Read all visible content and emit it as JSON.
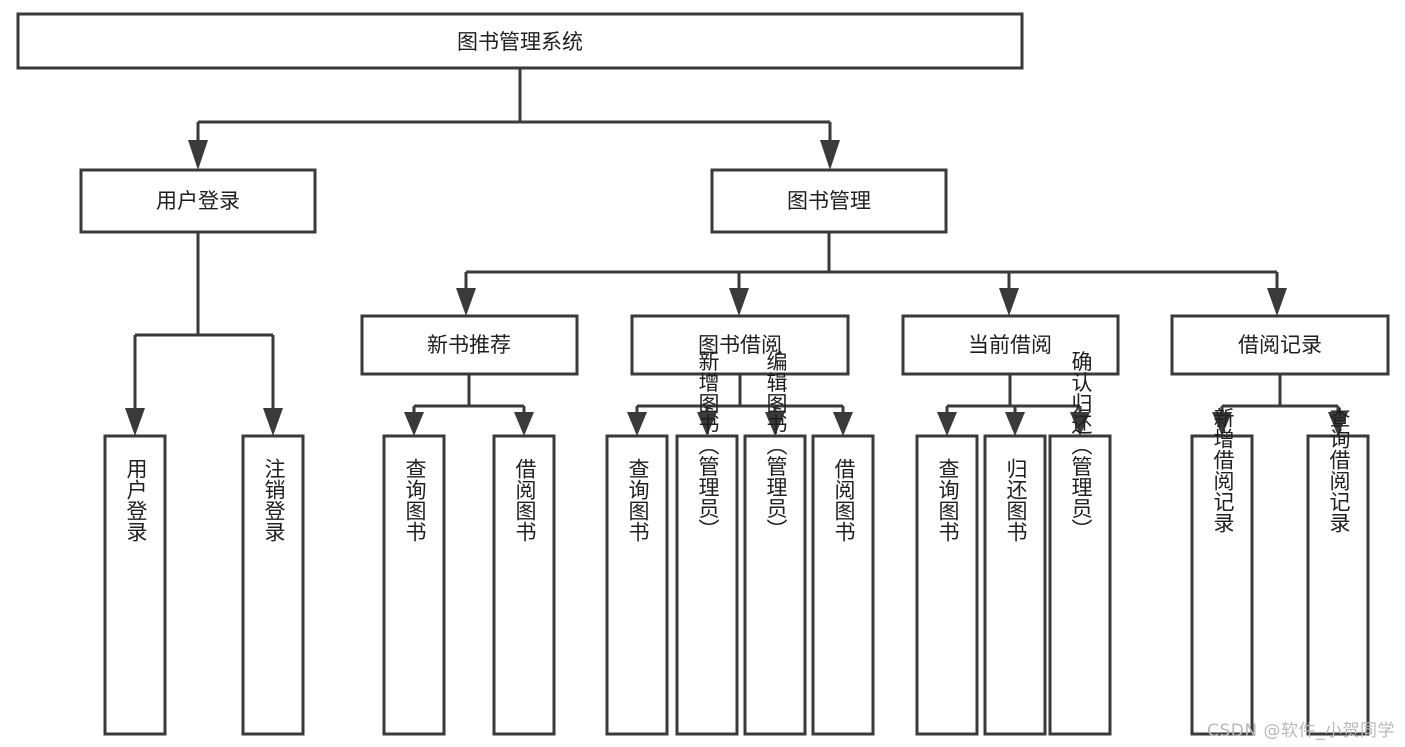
{
  "diagram": {
    "title": "图书管理系统",
    "type": "tree-hierarchy",
    "watermark": "CSDN @软件_小贺同学",
    "colors": {
      "stroke": "#3a3a3a",
      "box_fill": "#ffffff",
      "text": "#1f1f1f",
      "background": "#ffffff",
      "watermark": "#b9b9b9"
    },
    "root": {
      "label": "图书管理系统"
    },
    "level2": [
      {
        "label": "用户登录"
      },
      {
        "label": "图书管理"
      }
    ],
    "level3": [
      {
        "label": "新书推荐"
      },
      {
        "label": "图书借阅"
      },
      {
        "label": "当前借阅"
      },
      {
        "label": "借阅记录"
      }
    ],
    "leaves": {
      "user_login": [
        {
          "label": "用户登录"
        },
        {
          "label": "注销登录"
        }
      ],
      "new_book": [
        {
          "label": "查询图书"
        },
        {
          "label": "借阅图书"
        }
      ],
      "book_borrow": [
        {
          "label": "查询图书"
        },
        {
          "label": "新增图书（管理员）"
        },
        {
          "label": "编辑图书（管理员）"
        },
        {
          "label": "借阅图书"
        }
      ],
      "current_borrow": [
        {
          "label": "查询图书"
        },
        {
          "label": "归还图书"
        },
        {
          "label": "确认归还（管理员）"
        }
      ],
      "borrow_record": [
        {
          "label": "新增借阅记录"
        },
        {
          "label": "查询借阅记录"
        }
      ]
    }
  }
}
